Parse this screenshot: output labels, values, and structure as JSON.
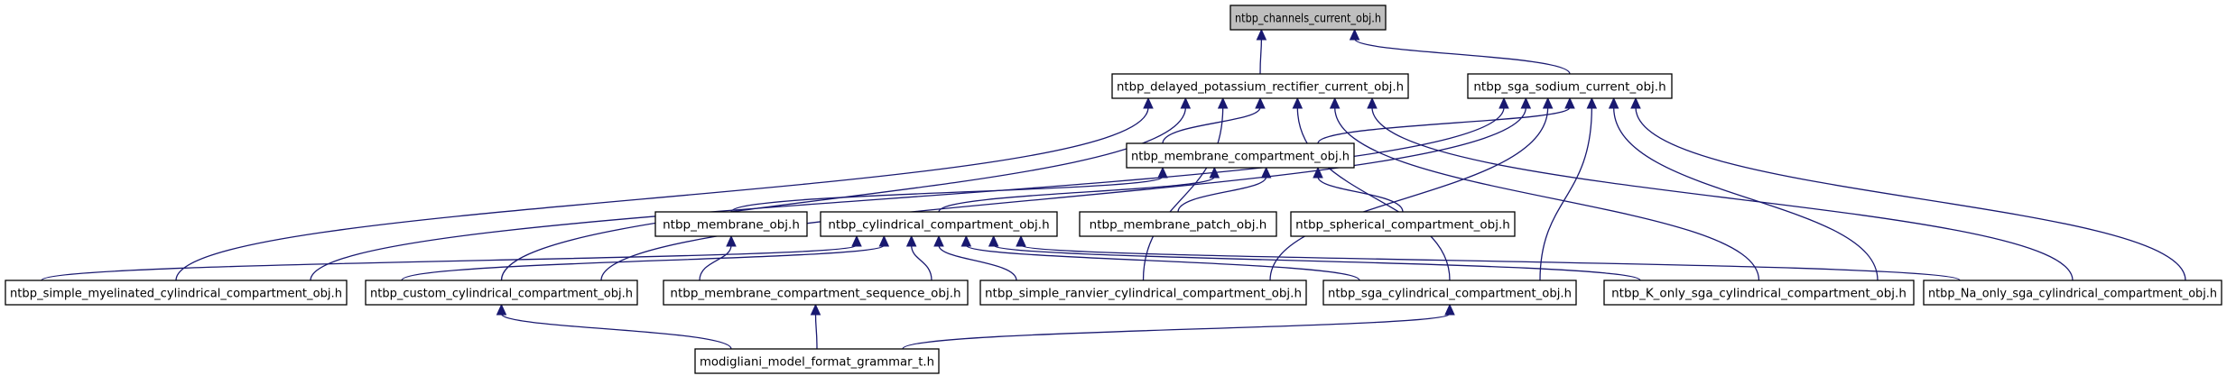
{
  "diagram": {
    "type": "include-dependency-graph",
    "root_id": "channels",
    "nodes": [
      {
        "id": "channels",
        "label": "ntbp_channels_current_obj.h",
        "is_root": true
      },
      {
        "id": "delayed",
        "label": "ntbp_delayed_potassium_rectifier_current_obj.h"
      },
      {
        "id": "sga_sodium",
        "label": "ntbp_sga_sodium_current_obj.h"
      },
      {
        "id": "membrane_compartment",
        "label": "ntbp_membrane_compartment_obj.h"
      },
      {
        "id": "membrane",
        "label": "ntbp_membrane_obj.h"
      },
      {
        "id": "cylindrical",
        "label": "ntbp_cylindrical_compartment_obj.h"
      },
      {
        "id": "membrane_patch",
        "label": "ntbp_membrane_patch_obj.h"
      },
      {
        "id": "spherical",
        "label": "ntbp_spherical_compartment_obj.h"
      },
      {
        "id": "myelinated",
        "label": "ntbp_simple_myelinated_cylindrical_compartment_obj.h"
      },
      {
        "id": "custom",
        "label": "ntbp_custom_cylindrical_compartment_obj.h"
      },
      {
        "id": "sequence",
        "label": "ntbp_membrane_compartment_sequence_obj.h"
      },
      {
        "id": "ranvier",
        "label": "ntbp_simple_ranvier_cylindrical_compartment_obj.h"
      },
      {
        "id": "sga_cyl",
        "label": "ntbp_sga_cylindrical_compartment_obj.h"
      },
      {
        "id": "k_only",
        "label": "ntbp_K_only_sga_cylindrical_compartment_obj.h"
      },
      {
        "id": "na_only",
        "label": "ntbp_Na_only_sga_cylindrical_compartment_obj.h"
      },
      {
        "id": "grammar",
        "label": "modigliani_model_format_grammar_t.h"
      }
    ],
    "edges": [
      {
        "from": "delayed",
        "to": "channels"
      },
      {
        "from": "sga_sodium",
        "to": "channels"
      },
      {
        "from": "membrane_compartment",
        "to": "delayed"
      },
      {
        "from": "membrane_compartment",
        "to": "sga_sodium"
      },
      {
        "from": "myelinated",
        "to": "delayed"
      },
      {
        "from": "custom",
        "to": "delayed"
      },
      {
        "from": "ranvier",
        "to": "delayed"
      },
      {
        "from": "sga_cyl",
        "to": "delayed"
      },
      {
        "from": "k_only",
        "to": "delayed"
      },
      {
        "from": "na_only",
        "to": "delayed"
      },
      {
        "from": "myelinated",
        "to": "sga_sodium"
      },
      {
        "from": "custom",
        "to": "sga_sodium"
      },
      {
        "from": "ranvier",
        "to": "sga_sodium"
      },
      {
        "from": "sga_cyl",
        "to": "sga_sodium"
      },
      {
        "from": "k_only",
        "to": "sga_sodium"
      },
      {
        "from": "na_only",
        "to": "sga_sodium"
      },
      {
        "from": "membrane",
        "to": "membrane_compartment"
      },
      {
        "from": "cylindrical",
        "to": "membrane_compartment"
      },
      {
        "from": "membrane_patch",
        "to": "membrane_compartment"
      },
      {
        "from": "spherical",
        "to": "membrane_compartment"
      },
      {
        "from": "sequence",
        "to": "membrane"
      },
      {
        "from": "myelinated",
        "to": "cylindrical"
      },
      {
        "from": "custom",
        "to": "cylindrical"
      },
      {
        "from": "sequence",
        "to": "cylindrical"
      },
      {
        "from": "ranvier",
        "to": "cylindrical"
      },
      {
        "from": "sga_cyl",
        "to": "cylindrical"
      },
      {
        "from": "k_only",
        "to": "cylindrical"
      },
      {
        "from": "na_only",
        "to": "cylindrical"
      },
      {
        "from": "grammar",
        "to": "custom"
      },
      {
        "from": "grammar",
        "to": "sequence"
      },
      {
        "from": "grammar",
        "to": "sga_cyl"
      }
    ],
    "colors": {
      "edge": "#191970",
      "node_border": "#000000",
      "root_fill": "#bfbfbf",
      "node_fill": "#ffffff",
      "background": "#ffffff"
    }
  }
}
